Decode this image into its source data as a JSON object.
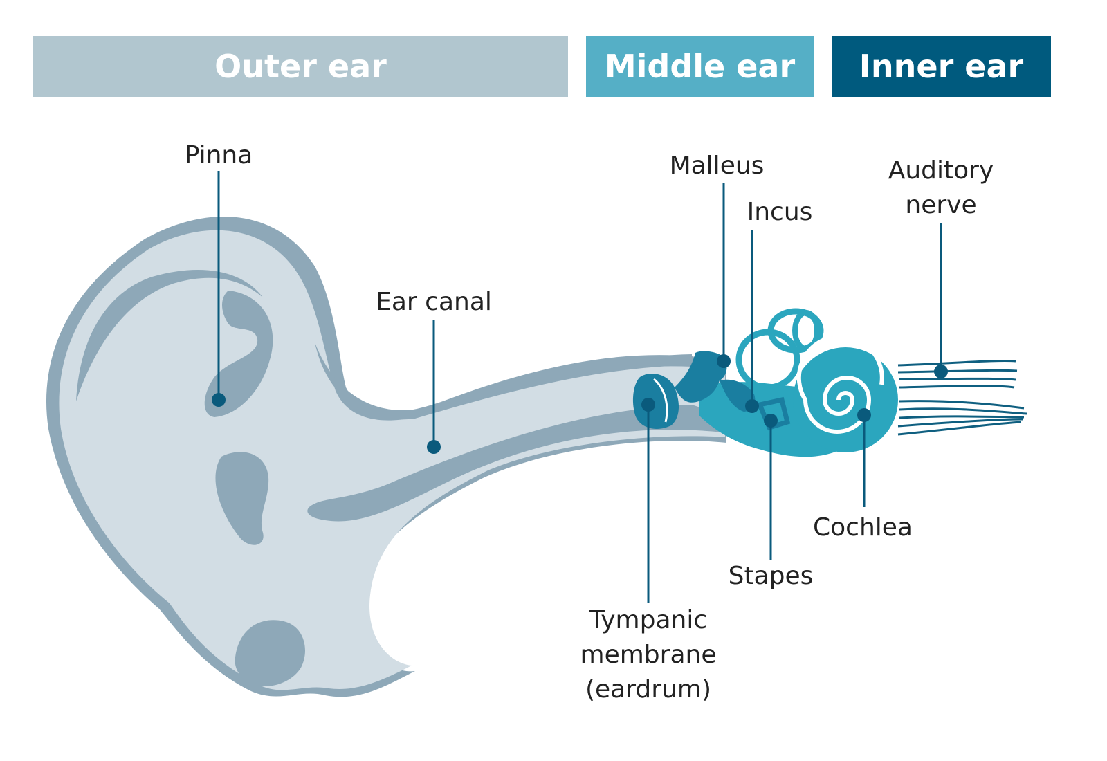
{
  "sections": [
    {
      "key": "outer",
      "label": "Outer ear",
      "color": "#b1c6cf"
    },
    {
      "key": "middle",
      "label": "Middle ear",
      "color": "#55afc6"
    },
    {
      "key": "inner",
      "label": "Inner ear",
      "color": "#005a7e"
    }
  ],
  "labels": {
    "pinna": "Pinna",
    "ear_canal": "Ear canal",
    "malleus": "Malleus",
    "incus": "Incus",
    "auditory_nerve_line1": "Auditory",
    "auditory_nerve_line2": "nerve",
    "tympanic_line1": "Tympanic",
    "tympanic_line2": "membrane",
    "tympanic_line3": "(eardrum)",
    "stapes": "Stapes",
    "cochlea": "Cochlea"
  },
  "colors": {
    "ear_light": "#d2dde4",
    "ear_dark": "#8ea8b8",
    "middle_dark": "#1a7ea0",
    "inner_teal": "#2ba6be",
    "nerve": "#0f5f80",
    "leader": "#0a5a7c",
    "text": "#222222"
  }
}
